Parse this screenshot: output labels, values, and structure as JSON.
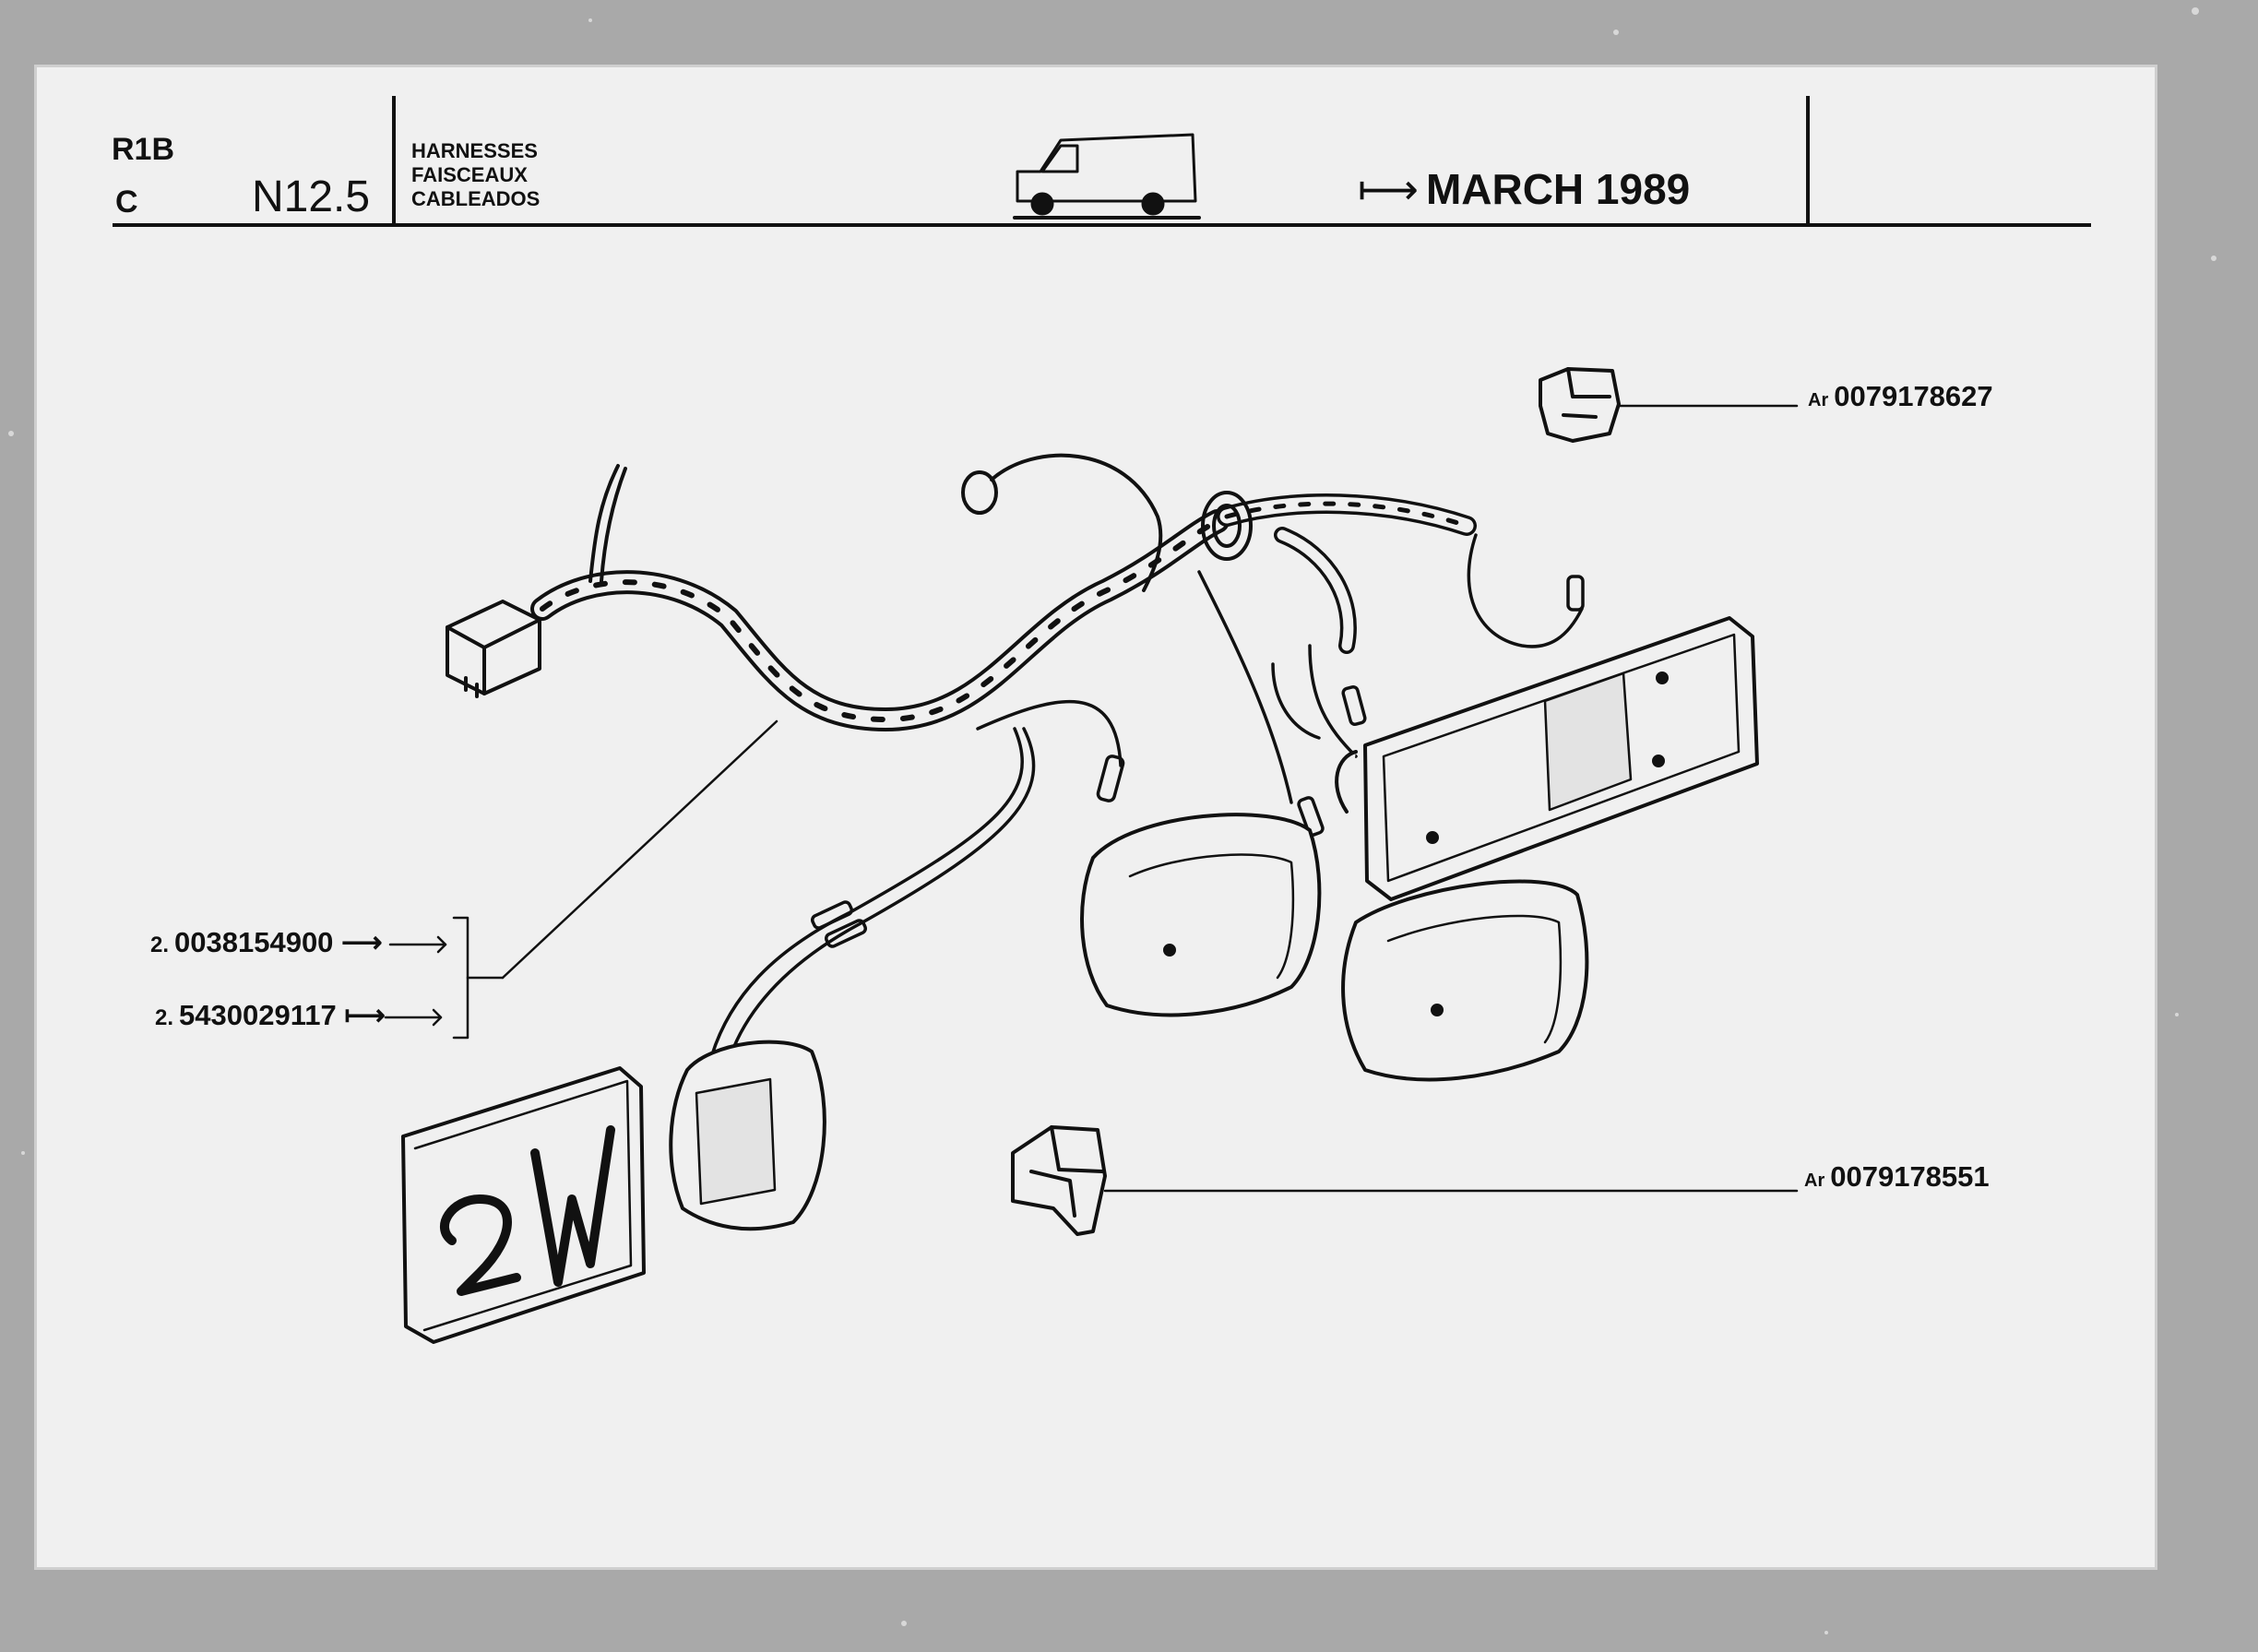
{
  "header": {
    "series": "R1B",
    "variant": "C",
    "section": "N12.5",
    "titles": [
      "HARNESSES",
      "FAISCEAUX",
      "CABLEADOS"
    ],
    "date_arrow": "⟼",
    "date": "MARCH 1989",
    "vehicle_icon": "van-icon"
  },
  "parts": [
    {
      "prefix": "Ar",
      "number": "0079178627",
      "arrow": ""
    },
    {
      "prefix": "Ar",
      "number": "0079178551",
      "arrow": ""
    },
    {
      "qty": "2.",
      "number": "0038154900",
      "arrow": "⟶"
    },
    {
      "qty": "2.",
      "number": "5430029117",
      "arrow": "⟼"
    }
  ]
}
